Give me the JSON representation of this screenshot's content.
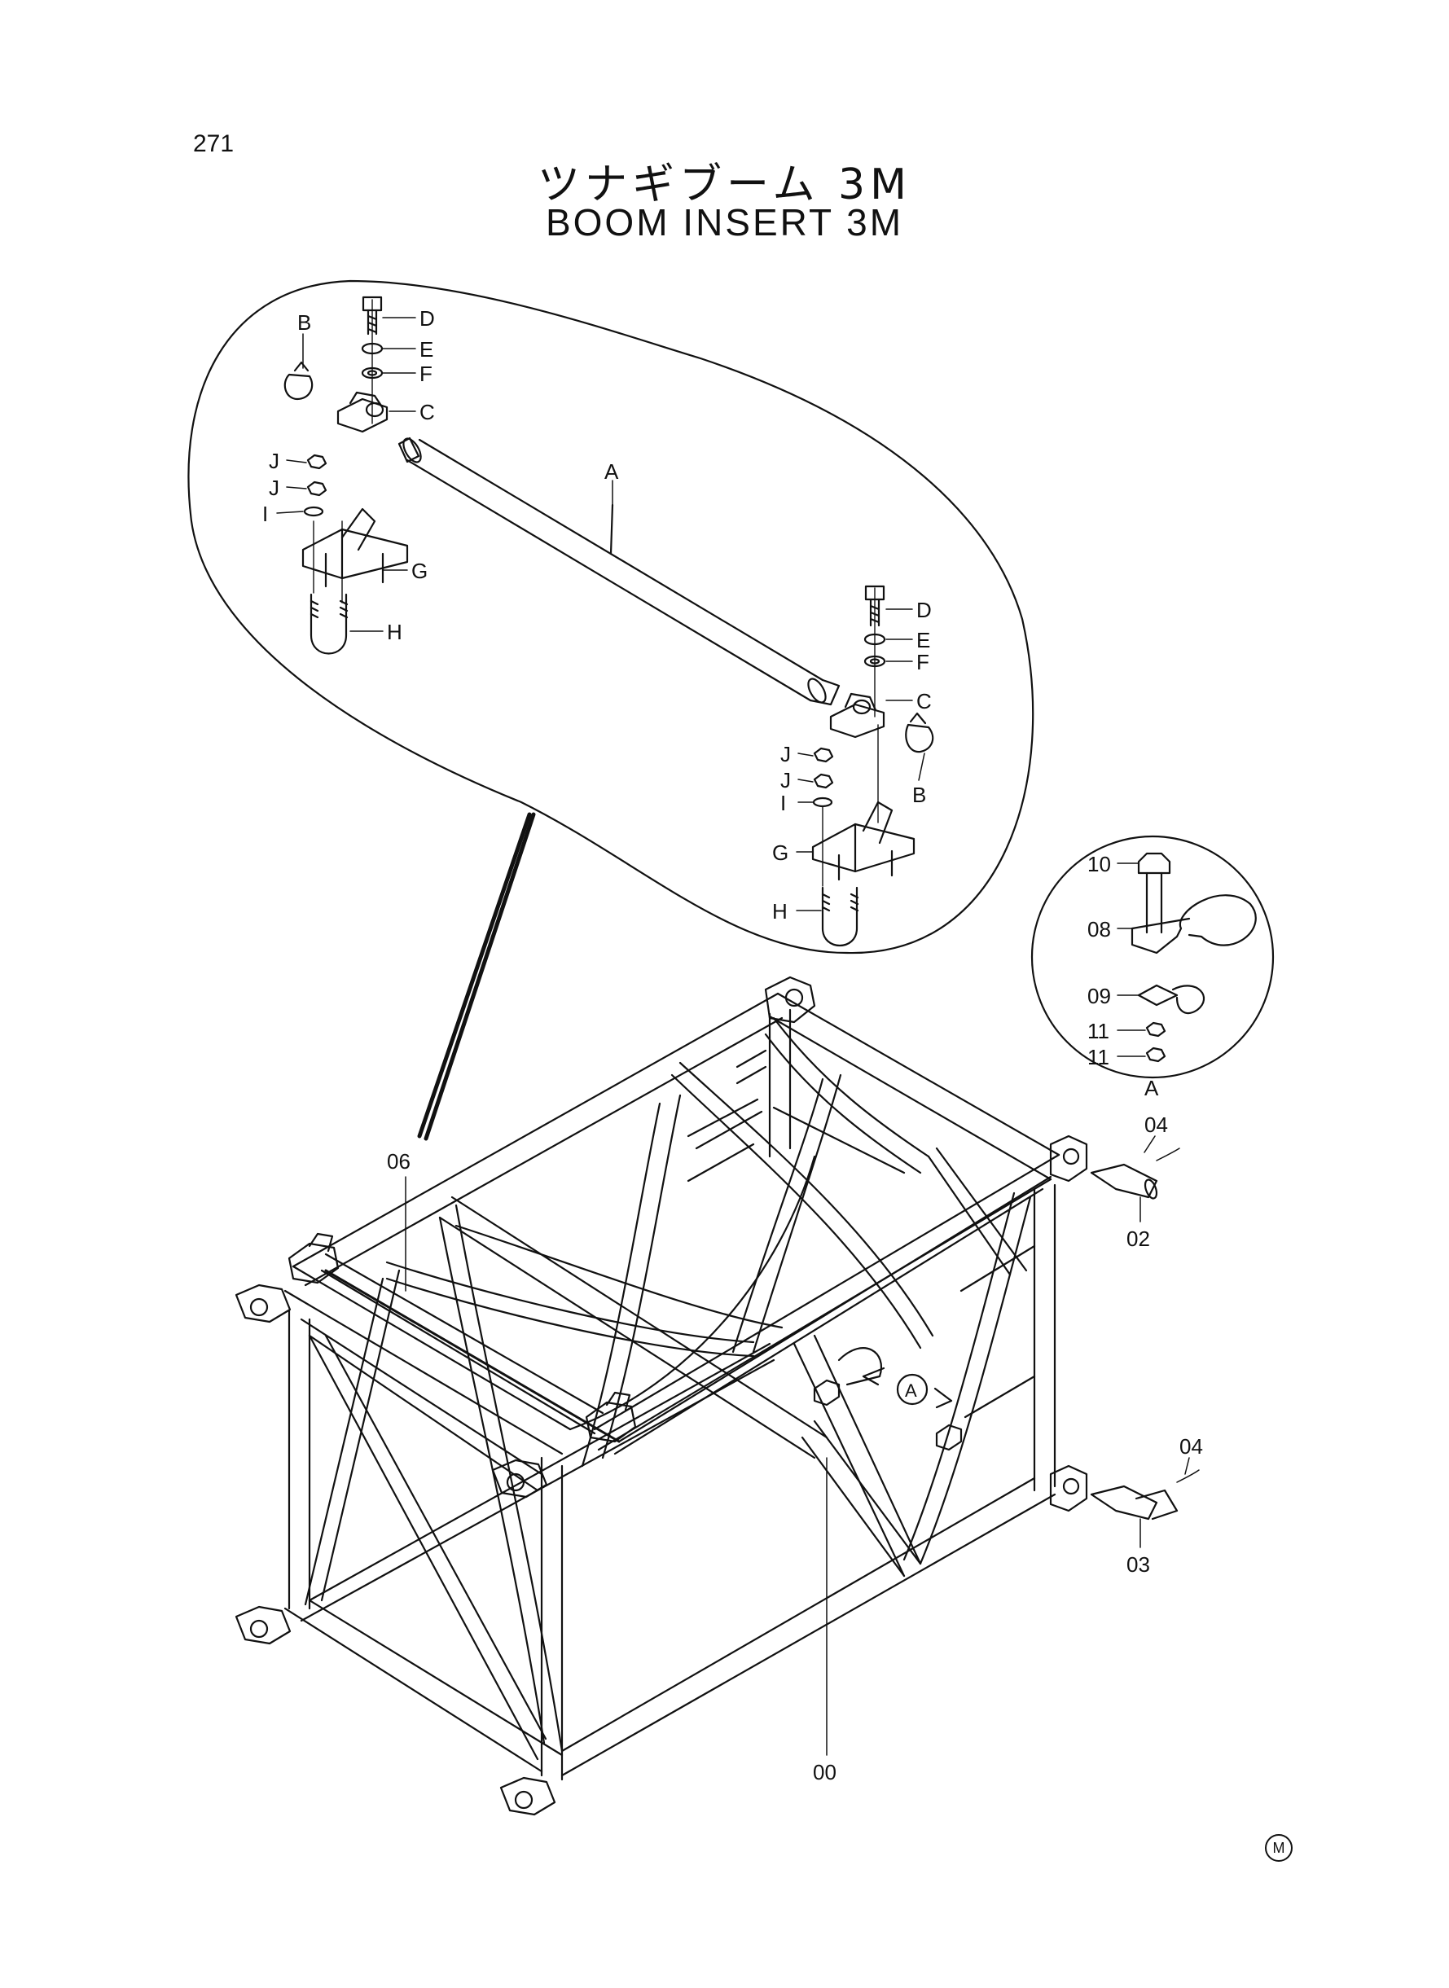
{
  "page_number": "271",
  "title_jp": "ツナギブーム 3M",
  "title_en": "BOOM INSERT 3M",
  "corner_mark": "M",
  "detail_callout": "A",
  "callouts": {
    "detail_top": {
      "shaft": "A",
      "left": [
        "B",
        "D",
        "E",
        "F",
        "C",
        "J",
        "J",
        "I",
        "G",
        "H"
      ],
      "right": [
        "D",
        "E",
        "F",
        "C",
        "J",
        "J",
        "I",
        "B",
        "G",
        "H"
      ]
    },
    "detail_a": [
      "10",
      "08",
      "09",
      "11",
      "11",
      "A"
    ],
    "main": [
      "06",
      "04",
      "02",
      "04",
      "03",
      "00"
    ]
  }
}
